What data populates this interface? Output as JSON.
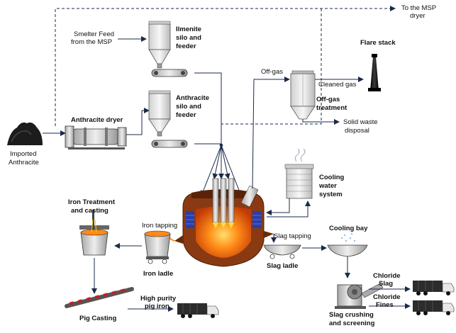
{
  "labels": {
    "to_msp_dryer_1": "To the MSP",
    "to_msp_dryer_2": "dryer",
    "smelter_feed_1": "Smelter Feed",
    "smelter_feed_2": "from the MSP",
    "ilmenite_1": "Ilmenite",
    "ilmenite_2": "silo and",
    "ilmenite_3": "feeder",
    "anthracite_silo_1": "Anthracite",
    "anthracite_silo_2": "silo and",
    "anthracite_silo_3": "feeder",
    "anthracite_dryer": "Anthracite dryer",
    "imported_1": "Imported",
    "imported_2": "Anthracite",
    "off_gas": "Off-gas",
    "cleaned_gas": "Cleaned gas",
    "flare_stack": "Flare stack",
    "off_gas_treatment_1": "Off-gas",
    "off_gas_treatment_2": "treatment",
    "solid_waste_1": "Solid waste",
    "solid_waste_2": "disposal",
    "cooling_water_1": "Cooling",
    "cooling_water_2": "water",
    "cooling_water_3": "system",
    "iron_treatment_1": "Iron Treatment",
    "iron_treatment_2": "and casting",
    "iron_tapping": "Iron tapping",
    "slag_tapping": "Slag tapping",
    "cooling_bay": "Cooling bay",
    "slag_ladle": "Slag ladle",
    "iron_ladle": "Iron ladle",
    "chloride_slag_1": "Chloride",
    "chloride_slag_2": "Slag",
    "chloride_fines_1": "Chloride",
    "chloride_fines_2": "Fines",
    "high_purity_1": "High purity",
    "high_purity_2": "pig iron",
    "pig_casting": "Pig Casting",
    "slag_crushing_1": "Slag crushing",
    "slag_crushing_2": "and screening"
  },
  "colors": {
    "line": "#1a2a4a",
    "silo_fill": "#e6e6e6",
    "furnace_brick": "#8a3a12",
    "furnace_refractory": "#2a3ea8",
    "molten": "#ff7a10",
    "truck": "#2c2c2c"
  }
}
